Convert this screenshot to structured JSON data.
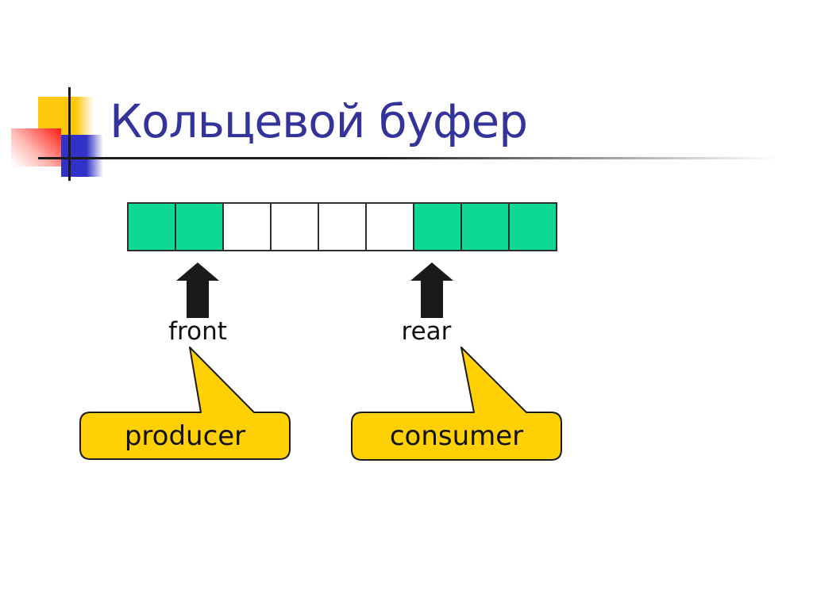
{
  "slide": {
    "title": "Кольцевой буфер"
  },
  "buffer": {
    "description": "ring buffer with 9 slots",
    "cells": [
      "filled",
      "filled",
      "empty",
      "empty",
      "empty",
      "empty",
      "filled",
      "filled",
      "filled"
    ]
  },
  "pointers": [
    {
      "label": "front"
    },
    {
      "label": "rear"
    }
  ],
  "callouts": [
    {
      "label": "producer"
    },
    {
      "label": "consumer"
    }
  ],
  "colors": {
    "title": "#333399",
    "cell_filled": "#0DD894",
    "cell_empty": "#FFFFFF",
    "cell_border": "#2E2E2E",
    "arrow": "#1A1A1A",
    "callout_fill": "#FFD105",
    "callout_border": "#1A1A1A",
    "logo_yellow": "#FFC70E",
    "logo_blue": "#3232C8",
    "logo_red": "#FF261D"
  }
}
